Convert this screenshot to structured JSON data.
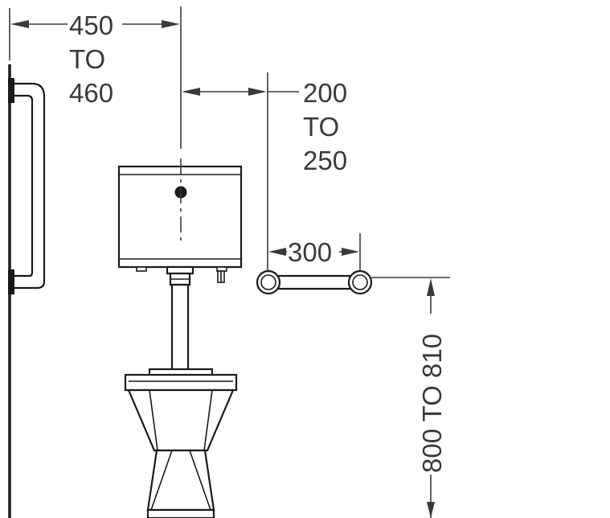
{
  "dimensions": {
    "wall_to_center": {
      "line1": "450",
      "line2": "TO",
      "line3": "460"
    },
    "center_to_rail": {
      "line1": "200",
      "line2": "TO",
      "line3": "250"
    },
    "rail_length": {
      "text": "300"
    },
    "rail_height": {
      "text": "800 TO 810"
    }
  },
  "colors": {
    "line": "#3a3a3a",
    "object": "#1a1a1a",
    "background": "#ffffff"
  }
}
